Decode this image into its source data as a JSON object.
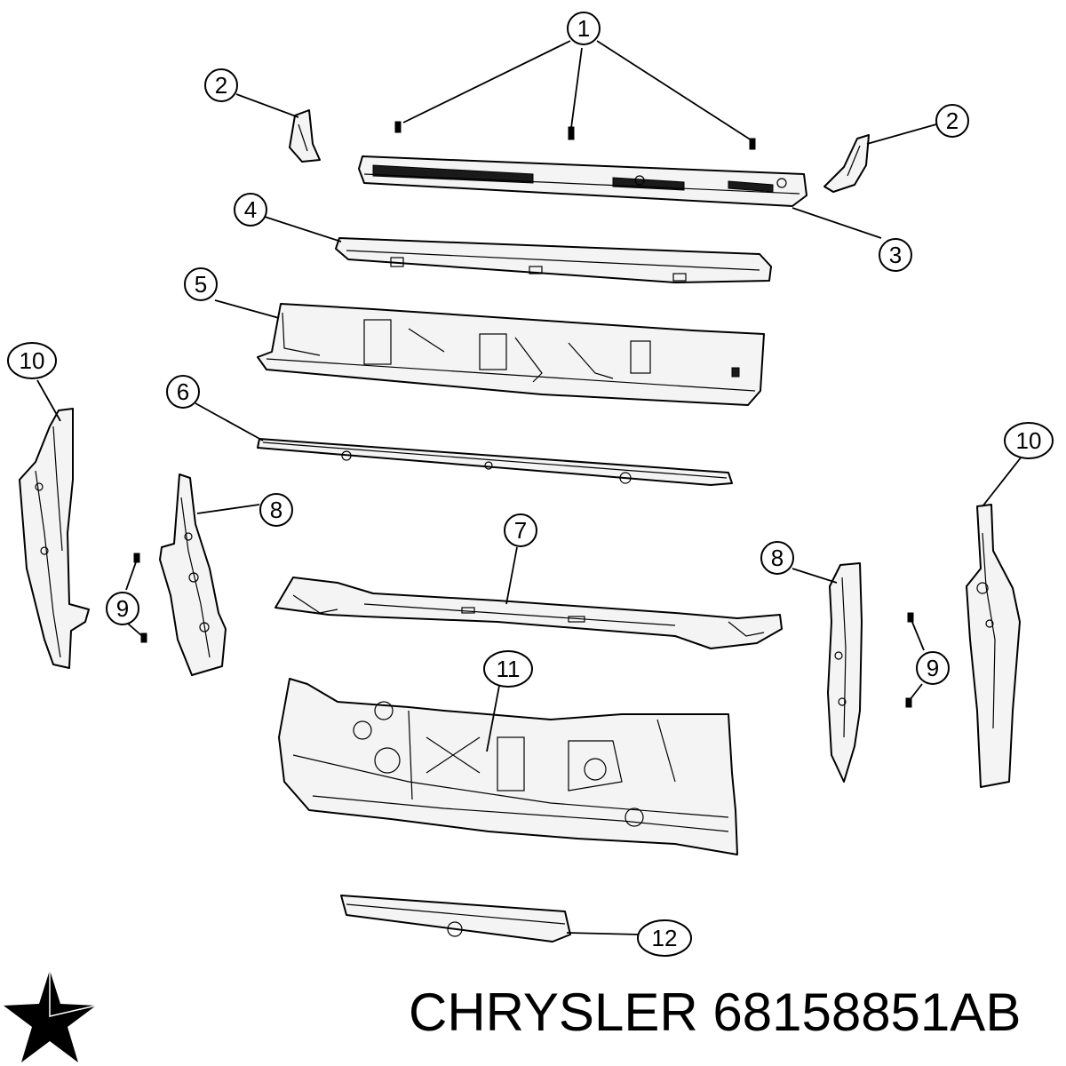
{
  "callouts": [
    "1",
    "2",
    "2",
    "3",
    "4",
    "5",
    "6",
    "7",
    "8",
    "8",
    "9",
    "9",
    "10",
    "10",
    "11",
    "12"
  ],
  "caption": {
    "brand": "CHRYSLER",
    "part_number": "68158851AB"
  },
  "logo": {
    "icon": "chrysler-pentastar-icon",
    "color": "#000000"
  }
}
